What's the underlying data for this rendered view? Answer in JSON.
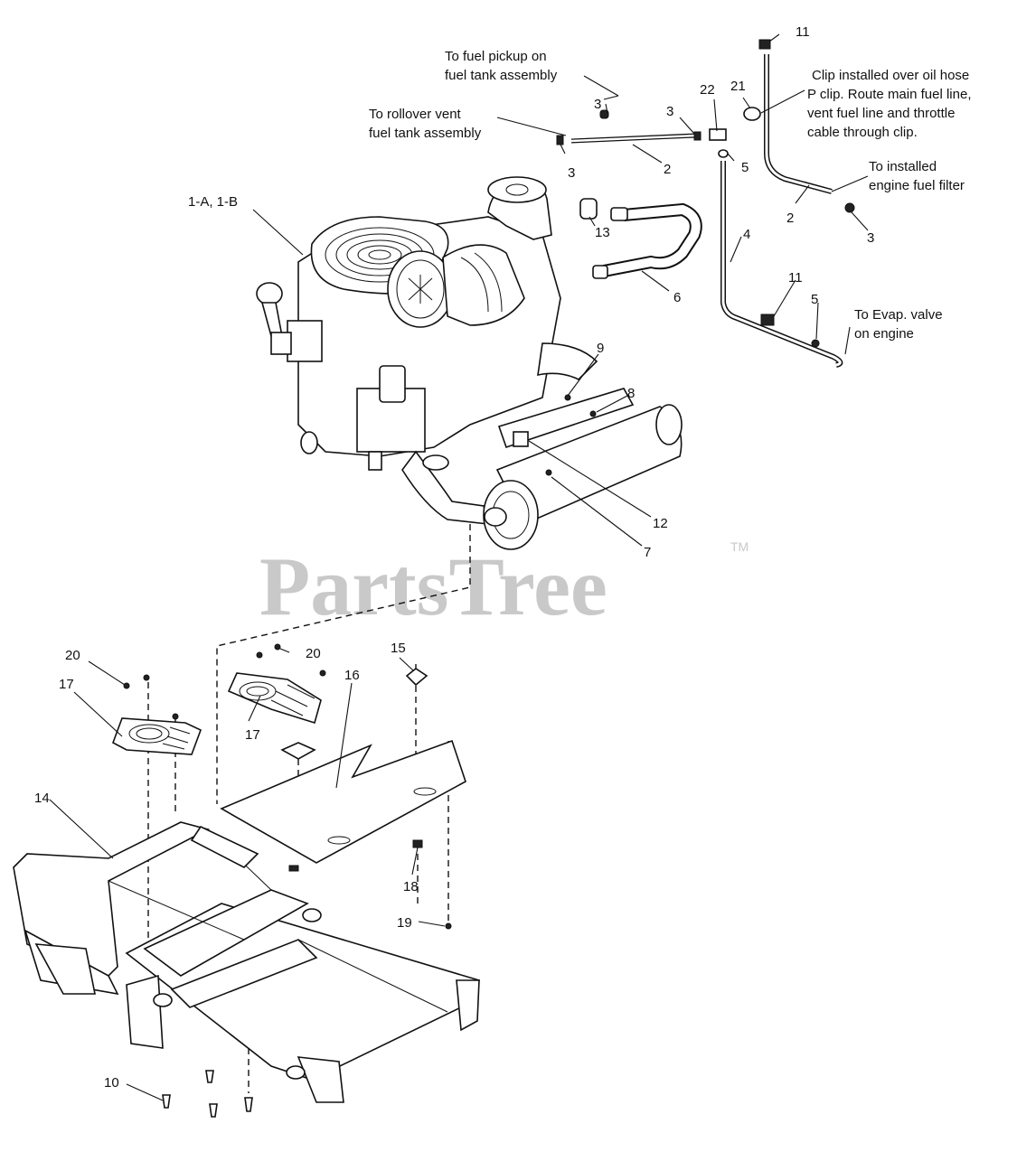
{
  "watermark": {
    "brand": "PartsTree",
    "trademark": "TM"
  },
  "callouts": [
    {
      "id": "c-11-top",
      "text": "11"
    },
    {
      "id": "c-3-a",
      "text": "3"
    },
    {
      "id": "c-3-b",
      "text": "3"
    },
    {
      "id": "c-3-c",
      "text": "3"
    },
    {
      "id": "c-3-d",
      "text": "3"
    },
    {
      "id": "c-2-a",
      "text": "2"
    },
    {
      "id": "c-2-b",
      "text": "2"
    },
    {
      "id": "c-22",
      "text": "22"
    },
    {
      "id": "c-21",
      "text": "21"
    },
    {
      "id": "c-5-a",
      "text": "5"
    },
    {
      "id": "c-5-b",
      "text": "5"
    },
    {
      "id": "c-1ab",
      "text": "1-A, 1-B"
    },
    {
      "id": "c-13",
      "text": "13"
    },
    {
      "id": "c-6",
      "text": "6"
    },
    {
      "id": "c-4",
      "text": "4"
    },
    {
      "id": "c-11-mid",
      "text": "11"
    },
    {
      "id": "c-9",
      "text": "9"
    },
    {
      "id": "c-8",
      "text": "8"
    },
    {
      "id": "c-12",
      "text": "12"
    },
    {
      "id": "c-7",
      "text": "7"
    },
    {
      "id": "c-20-a",
      "text": "20"
    },
    {
      "id": "c-20-b",
      "text": "20"
    },
    {
      "id": "c-15",
      "text": "15"
    },
    {
      "id": "c-16",
      "text": "16"
    },
    {
      "id": "c-17-a",
      "text": "17"
    },
    {
      "id": "c-17-b",
      "text": "17"
    },
    {
      "id": "c-14",
      "text": "14"
    },
    {
      "id": "c-18",
      "text": "18"
    },
    {
      "id": "c-19",
      "text": "19"
    },
    {
      "id": "c-10",
      "text": "10"
    }
  ],
  "notes": {
    "fuel_pickup": [
      "To fuel pickup on",
      "fuel tank assembly"
    ],
    "rollover_vent": [
      "To rollover vent",
      "fuel tank assembly"
    ],
    "clip": [
      "Clip installed over oil hose",
      "P clip. Route main fuel line,",
      "vent fuel line and throttle",
      "cable through clip."
    ],
    "fuel_filter": [
      "To installed",
      "engine fuel filter"
    ],
    "evap_valve": [
      "To Evap. valve",
      "on engine"
    ]
  }
}
